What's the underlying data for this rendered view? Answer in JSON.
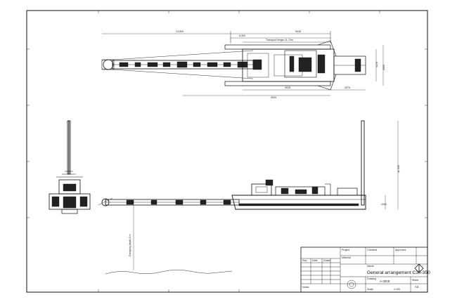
{
  "drawing": {
    "top_view": {
      "dim_overall": "13,800",
      "dim_right": "5026",
      "dim_ladder": "6,300",
      "dim_transport": "Transport length 11,70m",
      "dim_pontoon": "9028",
      "dim_rear": "4075",
      "dim_bottom": "9500",
      "dim_height_a": "4176",
      "dim_height_b": "2600"
    },
    "side_view": {
      "dim_depth": "Dredging depth 8 m",
      "dim_height": "11,540",
      "dim_draft": "1000"
    },
    "title_block": {
      "title": "General arrangement C30-350",
      "drawing_no_label": "Drawing",
      "drawing_no": "A-3028",
      "scale_label": "Scale",
      "scale": "1:100",
      "sheet_label": "Sheet",
      "sheet": "A3",
      "material_label": "Material",
      "name_label": "Name",
      "project_label": "Project",
      "date_label": "Date",
      "drawn_label": "Drawn",
      "checked_label": "Checked",
      "approved_label": "Approved",
      "revision_label": "Rev",
      "notes_label": "Notes"
    }
  }
}
